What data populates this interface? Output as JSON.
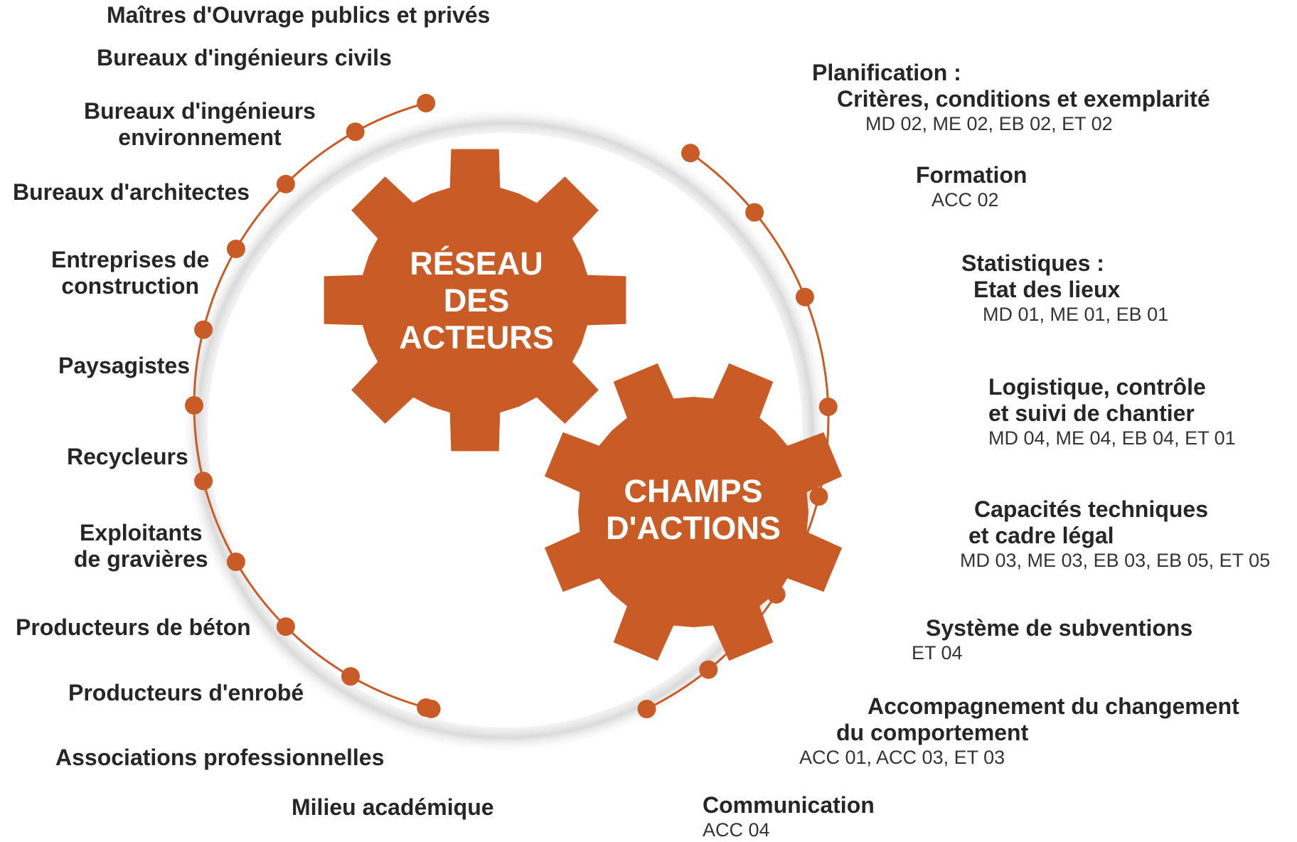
{
  "colors": {
    "accent": "#c95b27",
    "text": "#262626",
    "codes": "#333333",
    "halo": "#d0d0d0"
  },
  "gears": {
    "left": {
      "lines": [
        "RÉSEAU",
        "DES",
        "ACTEURS"
      ]
    },
    "right": {
      "lines": [
        "CHAMPS",
        "D'ACTIONS"
      ]
    }
  },
  "actors": [
    {
      "lines": [
        "Maîtres d'Ouvrage publics et privés"
      ]
    },
    {
      "lines": [
        "Bureaux d'ingénieurs civils"
      ]
    },
    {
      "lines": [
        "Bureaux d'ingénieurs",
        "environnement"
      ]
    },
    {
      "lines": [
        "Bureaux d'architectes"
      ]
    },
    {
      "lines": [
        "Entreprises de",
        "construction"
      ]
    },
    {
      "lines": [
        "Paysagistes"
      ]
    },
    {
      "lines": [
        "Recycleurs"
      ]
    },
    {
      "lines": [
        "Exploitants",
        "de gravières"
      ]
    },
    {
      "lines": [
        "Producteurs de béton"
      ]
    },
    {
      "lines": [
        "Producteurs d'enrobé"
      ]
    },
    {
      "lines": [
        "Associations professionnelles"
      ]
    },
    {
      "lines": [
        "Milieu académique"
      ]
    }
  ],
  "actions": [
    {
      "lines": [
        "Planification :",
        "Critères, conditions et exemplarité"
      ],
      "codes": "MD 02, ME 02, EB 02, ET 02"
    },
    {
      "lines": [
        "Formation"
      ],
      "codes": "ACC 02"
    },
    {
      "lines": [
        "Statistiques :",
        "Etat des lieux"
      ],
      "codes": "MD 01, ME 01, EB 01"
    },
    {
      "lines": [
        "Logistique, contrôle",
        "et suivi de chantier"
      ],
      "codes": "MD 04, ME 04, EB 04, ET 01"
    },
    {
      "lines": [
        "Capacités techniques",
        "et cadre légal"
      ],
      "codes": "MD 03, ME 03, EB 03, EB 05, ET 05"
    },
    {
      "lines": [
        "Système de subventions"
      ],
      "codes": "ET 04"
    },
    {
      "lines": [
        "Accompagnement du changement",
        "du comportement"
      ],
      "codes": "ACC 01, ACC 03, ET 03"
    },
    {
      "lines": [
        "Communication"
      ],
      "codes": "ACC 04"
    }
  ]
}
